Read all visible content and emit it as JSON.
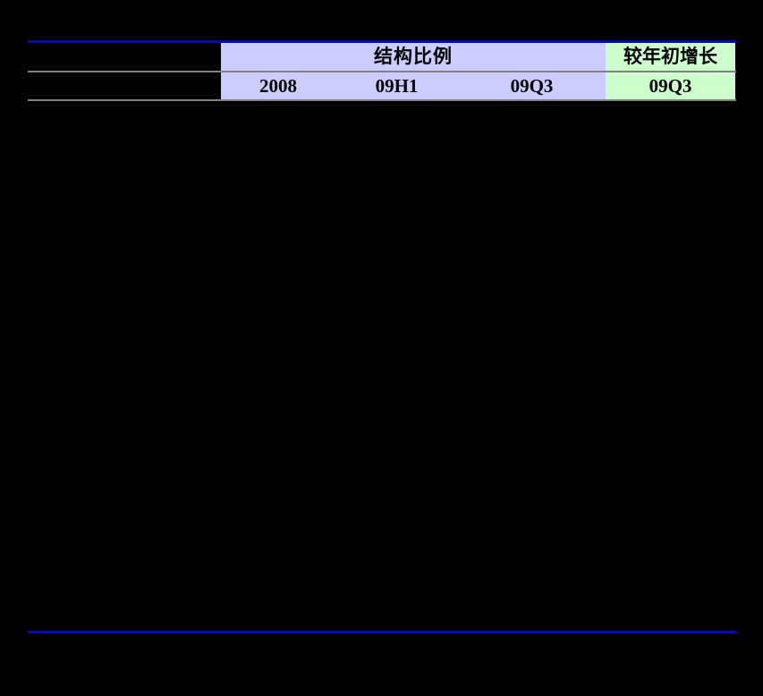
{
  "page": {
    "background": "#000000"
  },
  "table": {
    "rules": {
      "top_rule_color": "#0000ff",
      "bottom_rule_color": "#0000ff",
      "divider_color": "#808080"
    },
    "header_groups": [
      {
        "label": "结构比例",
        "bg": "#ccccff",
        "span_columns": [
          "2008",
          "09H1",
          "09Q3"
        ]
      },
      {
        "label": "较年初增长",
        "bg": "#ccffcc",
        "span_columns": [
          "09Q3"
        ]
      }
    ],
    "subheader_columns": [
      {
        "label": "2008",
        "bg": "#ccccff"
      },
      {
        "label": "09H1",
        "bg": "#ccccff"
      },
      {
        "label": "09Q3",
        "bg": "#ccccff"
      },
      {
        "label": "09Q3",
        "bg": "#ccffcc"
      }
    ],
    "row_label_column_header": "",
    "body_visible": false
  }
}
